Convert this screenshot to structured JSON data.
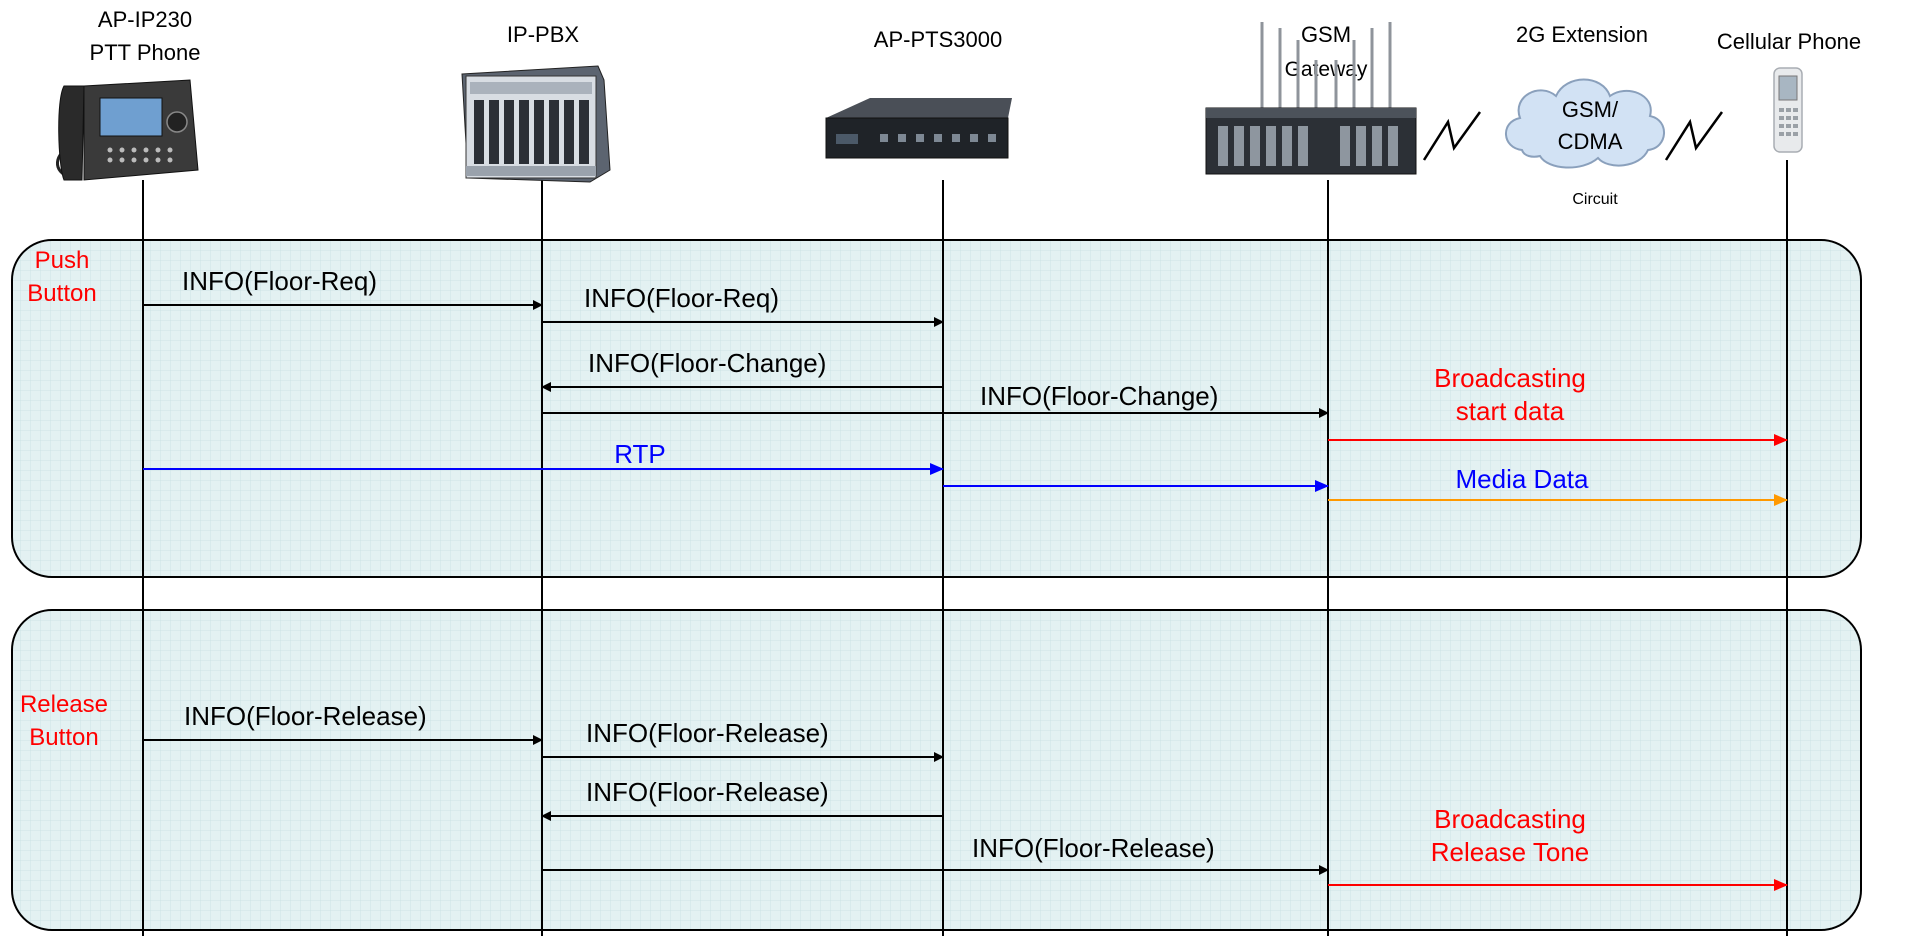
{
  "nodes": {
    "phone": {
      "line1": "AP-IP230",
      "line2": "PTT Phone"
    },
    "pbx": {
      "label": "IP-PBX"
    },
    "pts": {
      "label": "AP-PTS3000"
    },
    "gsm_gateway": {
      "line1": "GSM",
      "line2": "Gateway"
    },
    "ext": {
      "label": "2G Extension"
    },
    "cell": {
      "label": "Cellular Phone"
    }
  },
  "cloud": {
    "line1": "GSM/",
    "line2": "CDMA",
    "caption": "Circuit"
  },
  "sections": {
    "push": {
      "line1": "Push",
      "line2": "Button"
    },
    "release": {
      "line1": "Release",
      "line2": "Button"
    }
  },
  "messages": {
    "m1": "INFO(Floor-Req)",
    "m2": "INFO(Floor-Req)",
    "m3": "INFO(Floor-Change)",
    "m4": "INFO(Floor-Change)",
    "m5_line1": "Broadcasting",
    "m5_line2": "start data",
    "m6": "RTP",
    "m8": "Media Data",
    "r1": "INFO(Floor-Release)",
    "r2": "INFO(Floor-Release)",
    "r3": "INFO(Floor-Release)",
    "r4": "INFO(Floor-Release)",
    "r5_line1": "Broadcasting",
    "r5_line2": "Release Tone"
  },
  "colors": {
    "panel_fill": "#e3f1f2",
    "grid": "#c9dfe3",
    "black": "#000000",
    "red": "#ff0000",
    "blue": "#0000ff",
    "orange": "#ff9900"
  }
}
